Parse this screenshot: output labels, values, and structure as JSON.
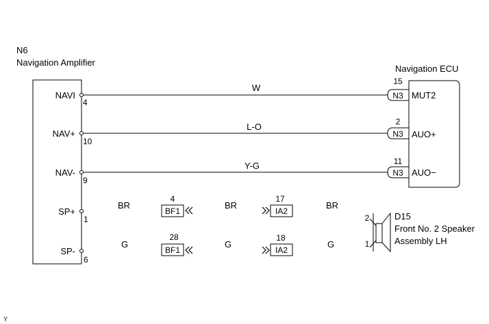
{
  "left_component": {
    "code": "N6",
    "name": "Navigation Amplifier",
    "pins": [
      {
        "label": "NAVI",
        "number": "4"
      },
      {
        "label": "NAV+",
        "number": "10"
      },
      {
        "label": "NAV-",
        "number": "9"
      },
      {
        "label": "SP+",
        "number": "1"
      },
      {
        "label": "SP-",
        "number": "6"
      }
    ]
  },
  "right_component": {
    "name": "Navigation ECU",
    "connector": "N3",
    "pins": [
      {
        "label": "MUT2",
        "number": "15"
      },
      {
        "label": "AUO+",
        "number": "2"
      },
      {
        "label": "AUO−",
        "number": "11"
      }
    ]
  },
  "wires": [
    {
      "color": "W"
    },
    {
      "color": "L-O"
    },
    {
      "color": "Y-G"
    }
  ],
  "speaker_circuit": {
    "rows": [
      {
        "color_1": "BR",
        "conn_1": "BF1",
        "conn_1_pin": "4",
        "color_2": "BR",
        "conn_2": "IA2",
        "conn_2_pin": "17",
        "color_3": "BR"
      },
      {
        "color_1": "G",
        "conn_1": "BF1",
        "conn_1_pin": "28",
        "color_2": "G",
        "conn_2": "IA2",
        "conn_2_pin": "18",
        "color_3": "G"
      }
    ]
  },
  "speaker": {
    "code": "D15",
    "name_line1": "Front No. 2 Speaker",
    "name_line2": "Assembly LH",
    "pin_top": "2",
    "pin_bottom": "1"
  },
  "corner_mark": "Y"
}
